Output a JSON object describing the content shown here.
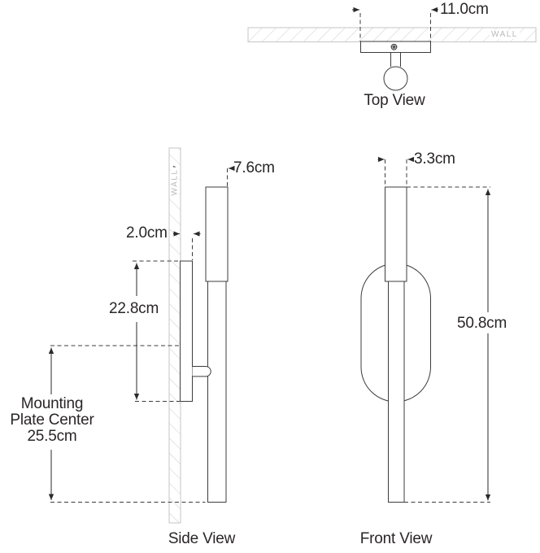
{
  "colors": {
    "line": "#3c3c3c",
    "text": "#2a2627",
    "wall_outline": "#c6c6c6",
    "wall_text": "#b9b9b9",
    "background": "#ffffff"
  },
  "top_view": {
    "label": "Top View",
    "wall_label": "WALL",
    "dim_width": "11.0cm"
  },
  "side_view": {
    "label": "Side View",
    "wall_label": "WALL",
    "dim_depth": "7.6cm",
    "dim_ring_depth": "2.0cm",
    "dim_ring_length": "22.8cm",
    "mounting_plate": {
      "line1": "Mounting",
      "line2": "Plate Center",
      "line3": "25.5cm"
    }
  },
  "front_view": {
    "label": "Front View",
    "dim_width": "3.3cm",
    "dim_height": "50.8cm"
  }
}
